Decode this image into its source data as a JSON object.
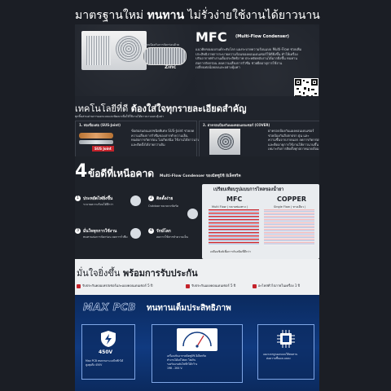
{
  "header": {
    "title_prefix": "มาตรฐานใหม่",
    "title_bold": "ทนทาน",
    "title_suffix": "ไม่รั่วง่ายใช้งานได้ยาวนาน"
  },
  "mfc": {
    "heading": "MFC",
    "subheading": "(Multi-Flow Condenser)",
    "desc_1": "แนวคิดของแบรนด์ระดับโลก แผงระบายความร้อนแบบ Multi-Flow ช่วยเพิ่ม",
    "desc_2": "ประสิทธิภาพการระบายความร้อนของคอนเดนเซอร์ให้ดียิ่งขึ้น ทำให้เครื่อง",
    "desc_3": "ปรับอากาศทำงานเต็มประสิทธิภาพ ประหยัดพลังงานได้มากยิ่งขึ้น ทนทาน",
    "desc_4": "ต่อการกัดกร่อน ลดความเสี่ยงการรั่วซึม ช่วยยืดอายุการใช้งาน",
    "desc_5": "เปลี่ยนท่อน้อยลงและอย่างคุ้มค่า",
    "coating_label": "ระบบป้องกันการกัดกร่อนด้วย",
    "zinc_label": "Zinc",
    "qr_caption": "สแกนดูข้อมูลเพิ่มเติม"
  },
  "tech": {
    "heading_prefix": "เทคโนโลยีที่ดี",
    "heading_bold": "ต้องใส่ใจทุกรายละเอียดสำคัญ",
    "subtext": "ทุกชิ้นส่วนผ่านการออกแบบและพัฒนาเพื่อให้ใช้งานได้ยาวนานและคุ้มค่า",
    "item1_title": "1. ท่อเชื่อมต่อ (SUS-Joint)",
    "item1_desc_1": "ข้อต่อสแตนเลสชนิดพิเศษ SUS-Joint ช่วยลด",
    "item1_desc_2": "ความเสี่ยงการรั่วซึมของสารทำความเย็น",
    "item1_desc_3": "ทนต่อการกัดกร่อน ไม่เกิดสนิม ใช้งานได้ยาวนาน",
    "item1_desc_4": "และติดตั้งได้ง่ายกว่าเดิม",
    "item1_tag": "SUS Joint",
    "item2_title": "2. ฝาครอบป้องกันแผงคอนเดนเซอร์ (COVER)",
    "item2_desc_1": "ฝาครอบป้องกันแผงคอนเดนเซอร์",
    "item2_desc_2": "ช่วยป้องกันสิ่งสกปรก ฝุ่น และ",
    "item2_desc_3": "ความชื้นจากภายนอก ลดการกัดกร่อน",
    "item2_desc_4": "และยืดอายุการใช้งานให้ยาวนานขึ้น",
    "item2_desc_5": "เหมาะกับการติดตั้งทุกสภาพแวดล้อม"
  },
  "advantages": {
    "number": "4",
    "heading": "ข้อดีที่เหนือคาด",
    "subheading": "Multi-Flow Condenser ของมิตซูบิชิ อีเล็คทริค",
    "items": [
      {
        "num": "1",
        "title": "ประหยัดไฟยิ่งขึ้น",
        "desc": "ระบายความร้อนได้ดีกว่า"
      },
      {
        "num": "2",
        "title": "ติดตั้งง่าย",
        "desc": "Outdoor ขนาดกะทัดรัด"
      },
      {
        "num": "3",
        "title": "มั่นใจทุกการใช้งาน",
        "desc": "ทนทานต่อการกัดกร่อน ลดการรั่วซึม"
      },
      {
        "num": "4",
        "title": "รักษ์โลก",
        "desc": "ลดการใช้สารทำความเย็น"
      }
    ]
  },
  "compare": {
    "heading": "เปรียบเทียบรูปแบบการไหลของน้ำยา",
    "mfc_title": "MFC",
    "mfc_sub": "Multi Flow ( หลายช่องทาง )",
    "copper_title": "COPPER",
    "copper_sub": "Single Flow ( ทางเดียว )",
    "footer": "เคลือบซิงค์เพื่อการกันสนิมที่ดีกว่า"
  },
  "warranty": {
    "heading_prefix": "มั่นใจยิ่งขึ้น",
    "heading_bold": "พร้อมการรับประกัน",
    "items": [
      "รับประกันคอมเพรสเซอร์และแผงคอนเดนเซอร์ 5 ปี",
      "รับประกันแผงคอนเดนเซอร์ 5 ปี",
      "อะไหล่ทั่วไปภายในเครื่อง 1 ปี"
    ]
  },
  "maxpcb": {
    "logo_text": "MAX PCB",
    "heading": "ทนทานเต็มประสิทธิภาพ",
    "box1_value": "450V",
    "box1_desc_1": "Max PCB ทนทานกระแสไฟฟ้าได้",
    "box1_desc_2": "สูงสุดถึง 450V",
    "box2_desc_1": "เครื่องปรับอากาศมิตซูบิชิ อีเล็คทริค",
    "box2_desc_2": "ทำงานได้แม้ไฟตก ไฟเกิน",
    "box2_desc_3": "รองรับแรงดันไฟฟ้าได้กว้าง",
    "box2_desc_4": "198 - 264 V.",
    "box3_desc_1": "แผงวงจรถูกออกแบบให้ทนทาน",
    "box3_desc_2": "ต่อความชื้นและแมลง"
  },
  "colors": {
    "accent_red": "#c4232b",
    "navy": "#0b2a5e",
    "dark_bg": "#1b1e25"
  }
}
